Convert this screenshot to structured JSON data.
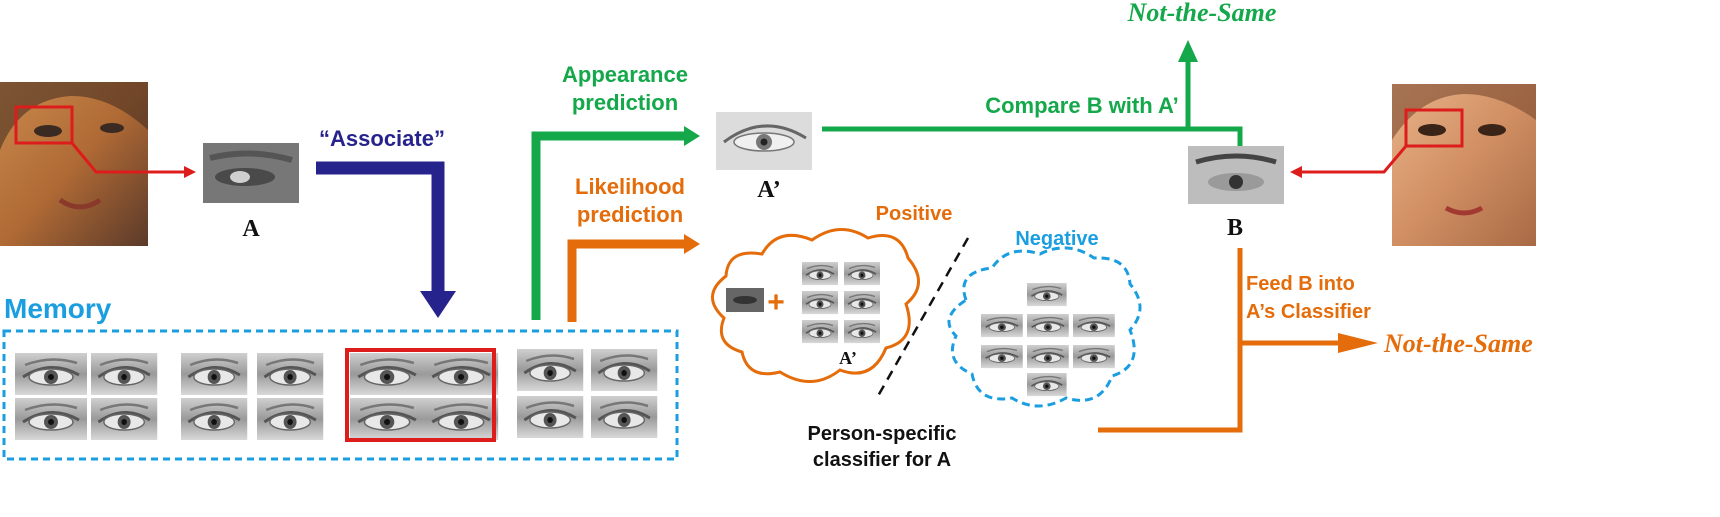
{
  "colors": {
    "green": "#14a84b",
    "orange": "#e46c0a",
    "navy": "#27238c",
    "blue": "#1a9ee0",
    "red": "#dd1c1c",
    "black": "#111111"
  },
  "labels": {
    "not_same_top": "Not-the-Same",
    "appearance_line1": "Appearance",
    "appearance_line2": "prediction",
    "compare": "Compare B with A’",
    "associate": "“Associate”",
    "likelihood_line1": "Likelihood",
    "likelihood_line2": "prediction",
    "a_label": "A",
    "a_prime_label": "A’",
    "b_label": "B",
    "positive": "Positive",
    "negative": "Negative",
    "memory": "Memory",
    "a_prime_cloud": "A’",
    "feed_line1": "Feed B into",
    "feed_line2": "A’s Classifier",
    "not_same_right": "Not-the-Same",
    "classifier_line1": "Person-specific",
    "classifier_line2": "classifier for A"
  }
}
